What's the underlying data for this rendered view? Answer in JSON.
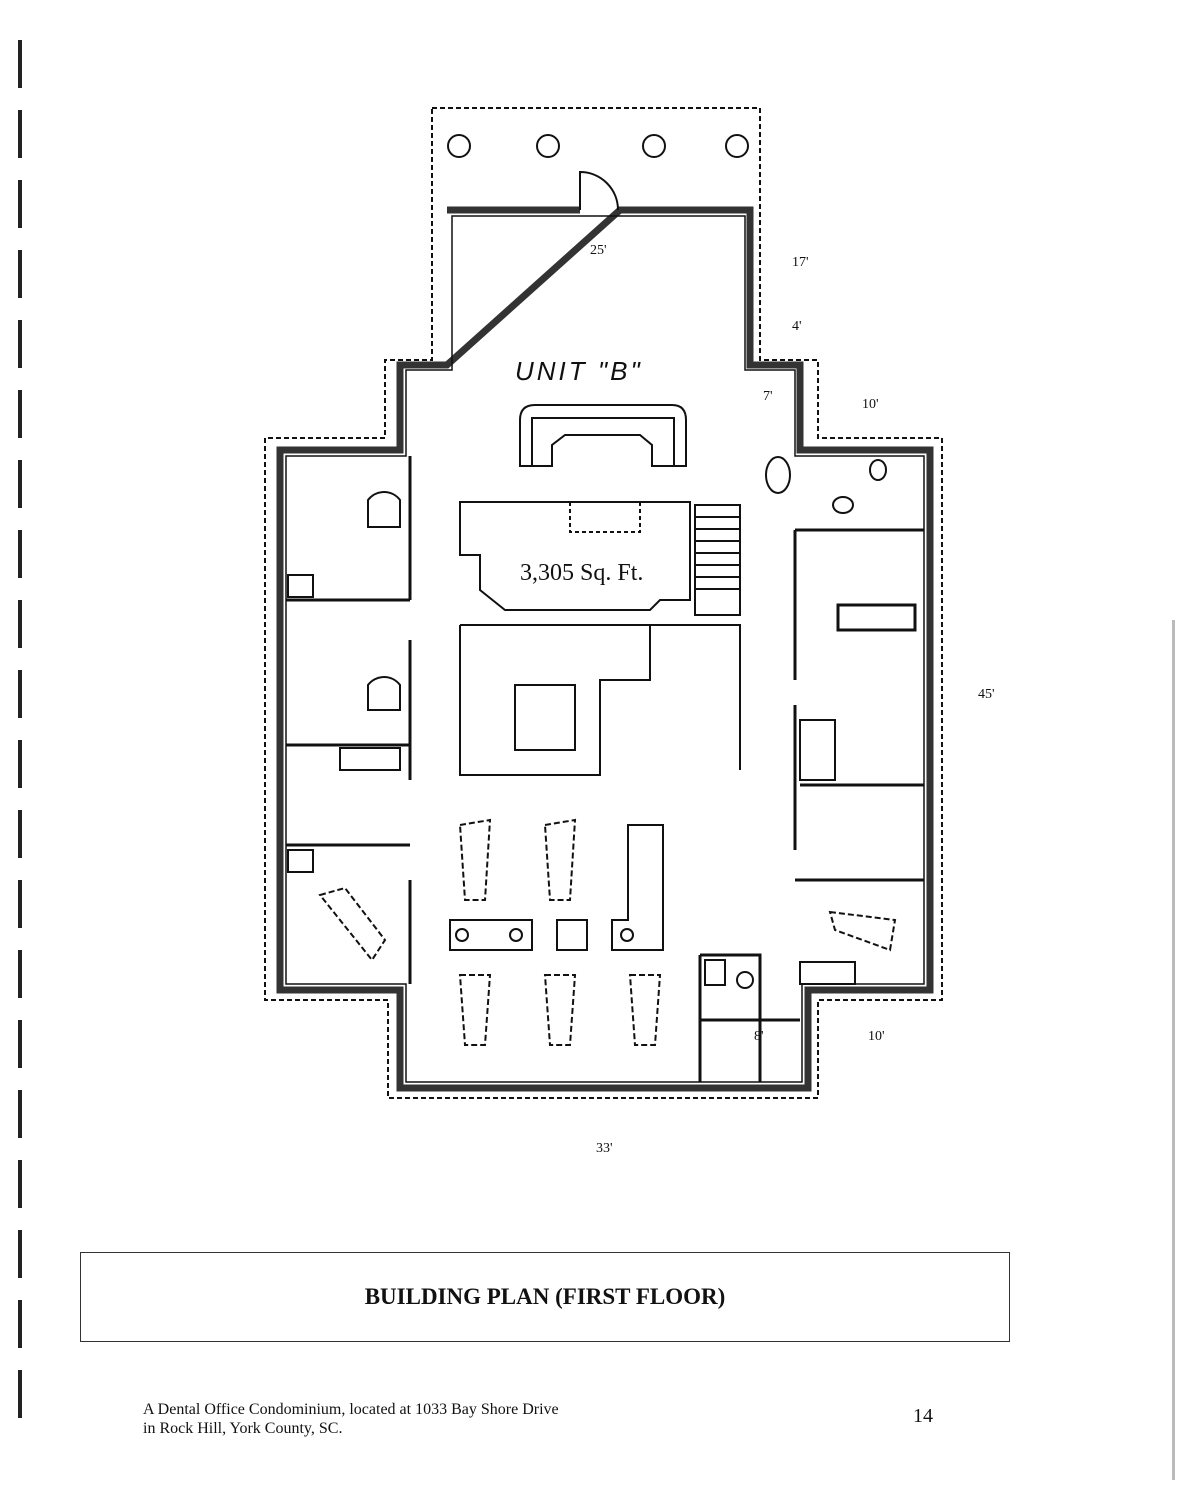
{
  "plan": {
    "unit_label": "UNIT \"B\"",
    "area_label": "3,305 Sq. Ft.",
    "dimensions": {
      "top_width": "25'",
      "upper_right_depth": "17'",
      "right_step_upper": "4'",
      "inner_step": "7'",
      "right_offset_upper": "10'",
      "right_depth": "45'",
      "right_offset_lower": "10'",
      "lower_step": "8'",
      "bottom_width": "33'"
    }
  },
  "title": "BUILDING PLAN (FIRST FLOOR)",
  "footer": {
    "line1": "A Dental Office Condominium, located at 1033 Bay Shore Drive",
    "line2": "in Rock Hill, York County, SC.",
    "page_number": "14"
  }
}
